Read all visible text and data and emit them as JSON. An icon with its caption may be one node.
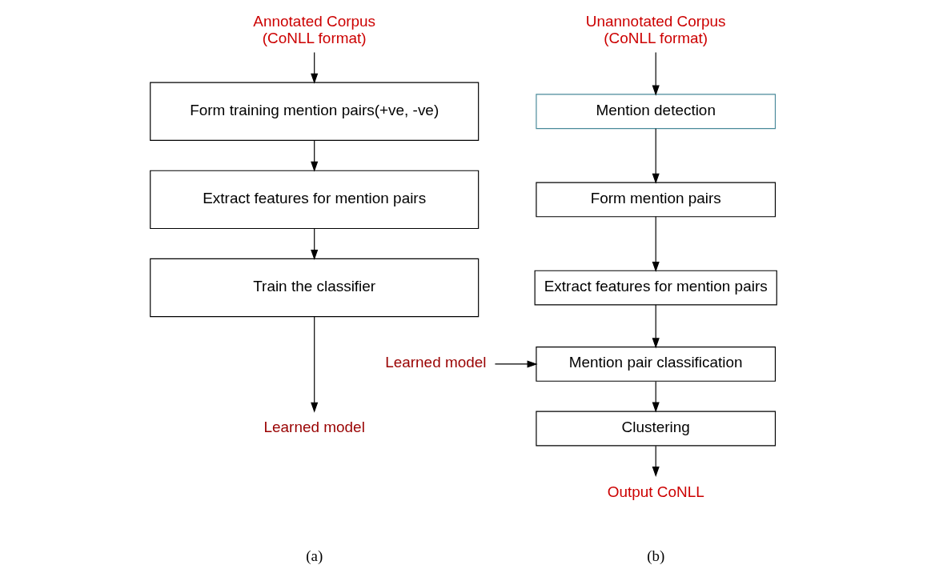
{
  "diagram": {
    "nodes": [
      {
        "text": [
          "Annotated Corpus",
          "(CoNLL format)"
        ]
      },
      {
        "text": [
          "Form training mention pairs(+ve, -ve)"
        ]
      },
      {
        "text": [
          "Extract features for mention pairs"
        ]
      },
      {
        "text": [
          "Train the classifier"
        ]
      },
      {
        "text": [
          "Learned model"
        ]
      },
      {
        "text": [
          "Unannotated Corpus",
          "(CoNLL format)"
        ]
      },
      {
        "text": [
          "Mention detection"
        ]
      },
      {
        "text": [
          "Form mention pairs"
        ]
      },
      {
        "text": [
          "Extract features for mention pairs"
        ]
      },
      {
        "text": [
          "Learned model"
        ]
      },
      {
        "text": [
          "Mention pair classification"
        ]
      },
      {
        "text": [
          "Clustering"
        ]
      },
      {
        "text": [
          "Output CoNLL"
        ]
      }
    ],
    "edges": [
      {
        "from": 0,
        "to": 1,
        "arrow": "to"
      },
      {
        "from": 1,
        "to": 2,
        "arrow": "to"
      },
      {
        "from": 2,
        "to": 3,
        "arrow": "to"
      },
      {
        "from": 3,
        "to": 4,
        "arrow": "to"
      },
      {
        "from": 5,
        "to": 6,
        "arrow": "to"
      },
      {
        "from": 6,
        "to": 7,
        "arrow": "to"
      },
      {
        "from": 7,
        "to": 8,
        "arrow": "to"
      },
      {
        "from": 8,
        "to": 10,
        "arrow": "to"
      },
      {
        "from": 9,
        "to": 10,
        "arrow": "to"
      },
      {
        "from": 10,
        "to": 11,
        "arrow": "to"
      },
      {
        "from": 11,
        "to": 12,
        "arrow": "to"
      }
    ],
    "labels": [
      "(a)",
      "(b)"
    ]
  }
}
